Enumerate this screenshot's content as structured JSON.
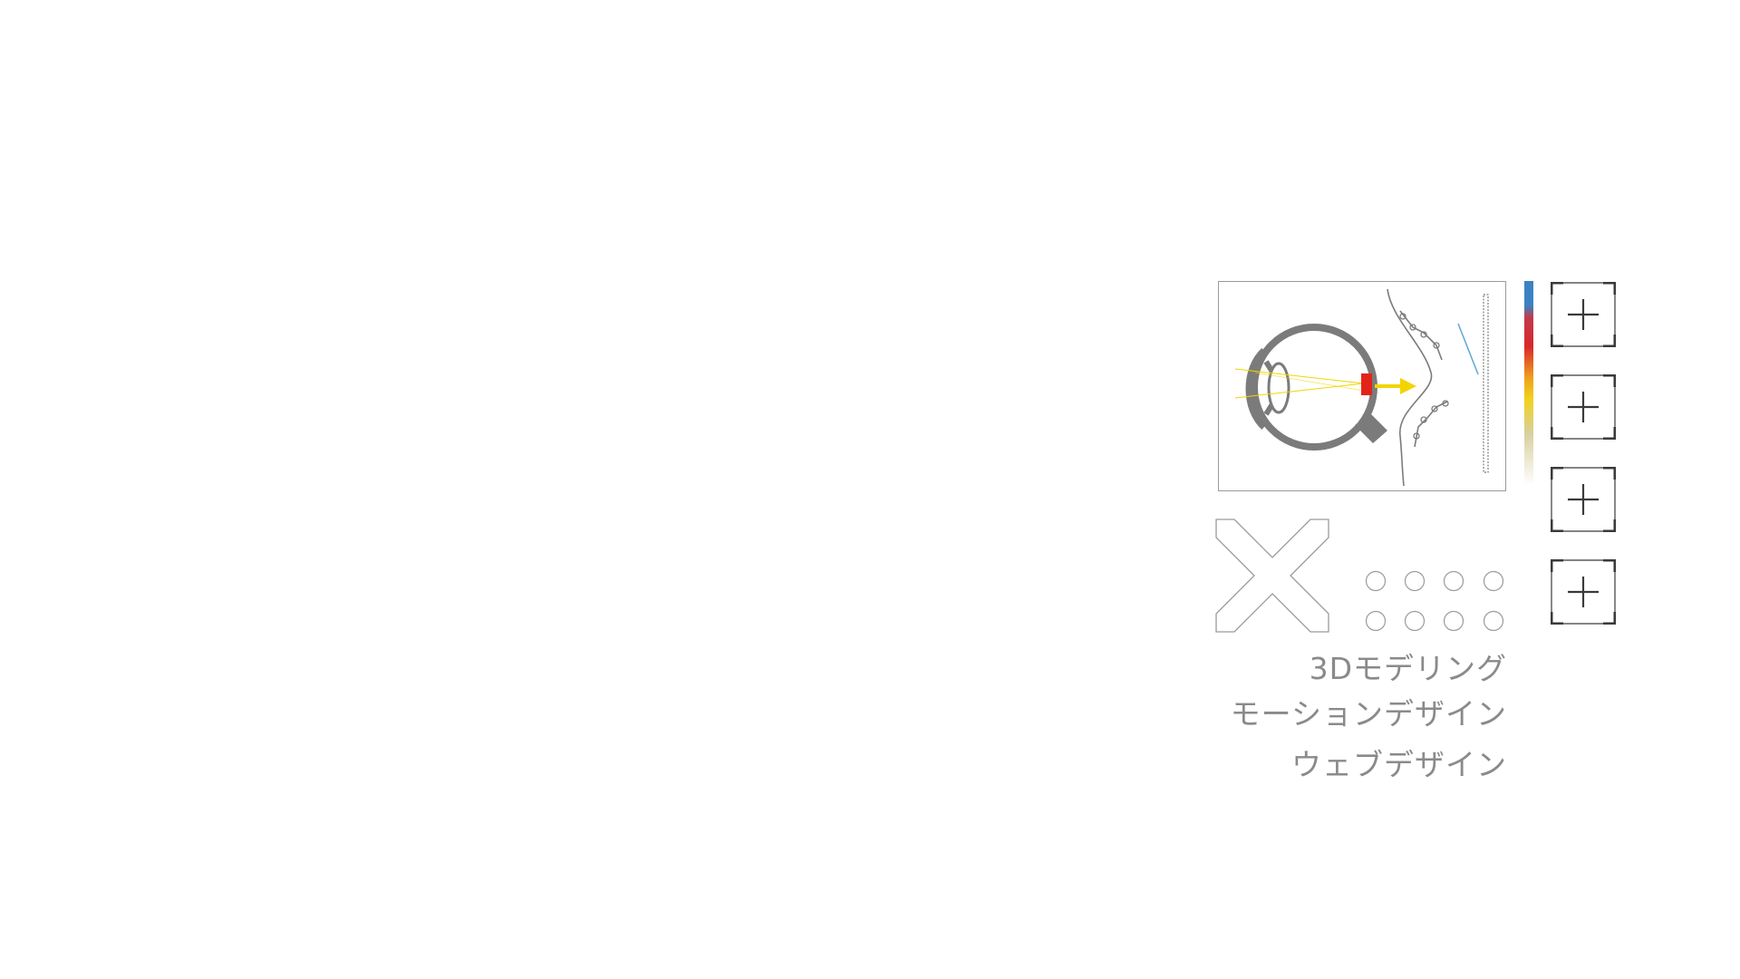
{
  "menu": {
    "items": [
      {
        "label": "3Dモデリング"
      },
      {
        "label": "モーションデザイン"
      },
      {
        "label": "ウェブデザイン"
      }
    ]
  },
  "target_buttons": [
    {
      "icon": "crosshair-plus-icon"
    },
    {
      "icon": "crosshair-plus-icon"
    },
    {
      "icon": "crosshair-plus-icon"
    },
    {
      "icon": "crosshair-plus-icon"
    }
  ],
  "decorations": {
    "illustration": "eye-diagram-icon",
    "x_mark": "x-outline-icon",
    "dot_grid": "dot-grid-icon",
    "gradient_colors": [
      "#3b82c4",
      "#d9272b",
      "#f0d21c",
      "#ffffff"
    ]
  },
  "colors": {
    "text": "#8a8a8a",
    "line": "#9a9a9a",
    "eye_gray": "#7b7b7b",
    "accent_red": "#e2231a",
    "accent_yellow": "#f2d500",
    "accent_blue": "#5ea7d6",
    "frame_dark": "#3a3a3a"
  }
}
